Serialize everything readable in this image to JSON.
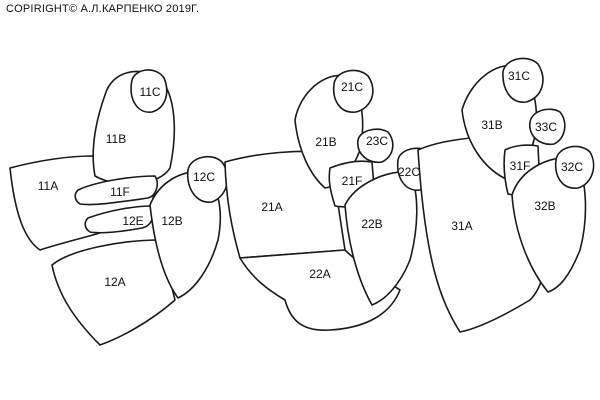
{
  "copyright": "COPIRIGHT© А.Л.КАРПЕНКО 2019Г.",
  "labels": {
    "p11C": "11C",
    "p11B": "11B",
    "p11A": "11A",
    "p11F": "11F",
    "p12E": "12E",
    "p12C": "12C",
    "p12B": "12B",
    "p12A": "12A",
    "p21C": "21C",
    "p21B": "21B",
    "p23C": "23C",
    "p21F": "21F",
    "p22C": "22C",
    "p21A": "21A",
    "p22B": "22B",
    "p22A": "22A",
    "p31C": "31C",
    "p31B": "31B",
    "p33C": "33C",
    "p31F": "31F",
    "p32C": "32C",
    "p32B": "32B",
    "p31A": "31A"
  }
}
